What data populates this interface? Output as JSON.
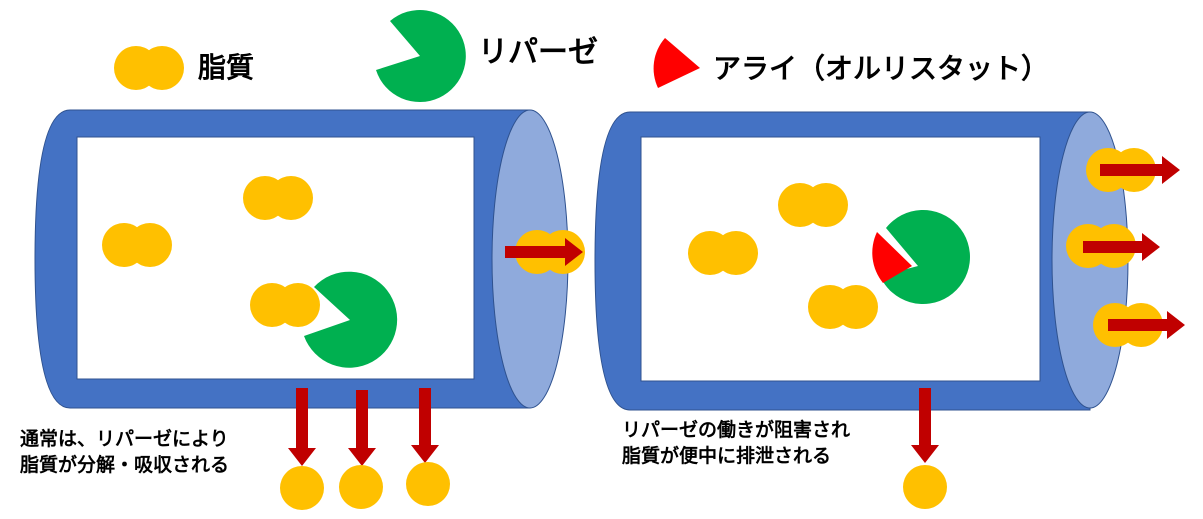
{
  "legend": {
    "fat_label": "脂質",
    "lipase_label": "リパーゼ",
    "alli_label": "アライ（オルリスタット）"
  },
  "captions": {
    "normal_line1": "通常は、リパーゼにより",
    "normal_line2": "脂質が分解・吸収される",
    "inhibited_line1": "リパーゼの働きが阻害され",
    "inhibited_line2": "脂質が便中に排泄される"
  },
  "colors": {
    "fat": "#ffc000",
    "lipase": "#00b050",
    "alli": "#ff0000",
    "arrow": "#c00000",
    "tube": "#4472c4",
    "tube_end": "#8faadc"
  }
}
